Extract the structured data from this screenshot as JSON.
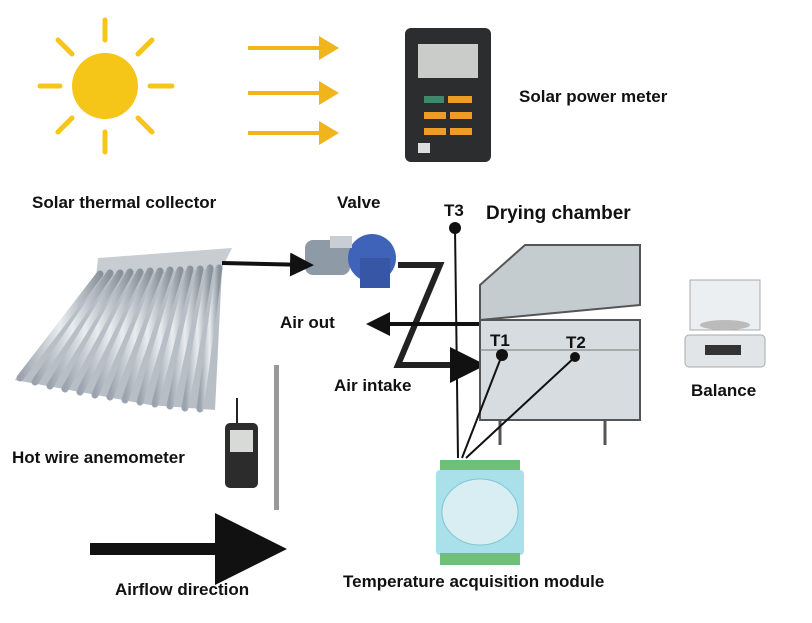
{
  "labels": {
    "solar_power_meter": "Solar power meter",
    "solar_thermal_collector": "Solar thermal collector",
    "valve": "Valve",
    "t3": "T3",
    "drying_chamber": "Drying chamber",
    "air_out": "Air out",
    "t1": "T1",
    "t2": "T2",
    "air_intake": "Air intake",
    "balance": "Balance",
    "hot_wire_anemometer": "Hot wire anemometer",
    "airflow_direction": "Airflow direction",
    "temperature_acquisition_module": "Temperature acquisition module"
  },
  "colors": {
    "sun": "#f5c518",
    "arrow_yellow": "#f0b41c",
    "line": "#111111",
    "module": "#a9e0ea"
  }
}
